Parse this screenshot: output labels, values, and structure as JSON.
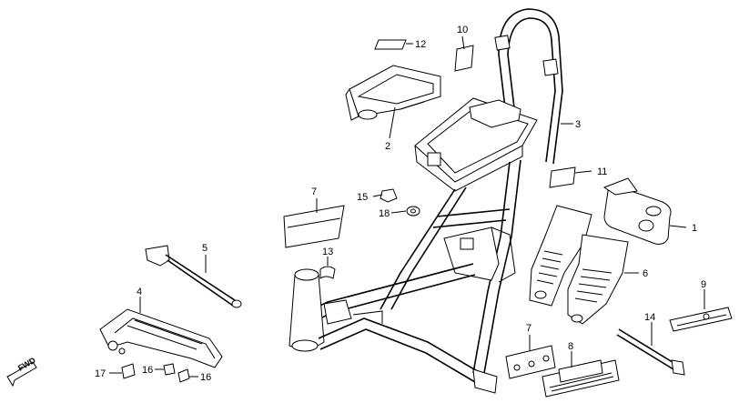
{
  "callouts": {
    "c1": "1",
    "c2": "2",
    "c3": "3",
    "c4": "4",
    "c5": "5",
    "c6": "6",
    "c7a": "7",
    "c7b": "7",
    "c8": "8",
    "c9": "9",
    "c10": "10",
    "c11": "11",
    "c12": "12",
    "c13": "13",
    "c14": "14",
    "c15": "15",
    "c16a": "16",
    "c16b": "16",
    "c17": "17",
    "c18": "18"
  },
  "fwd_label": "FWD"
}
